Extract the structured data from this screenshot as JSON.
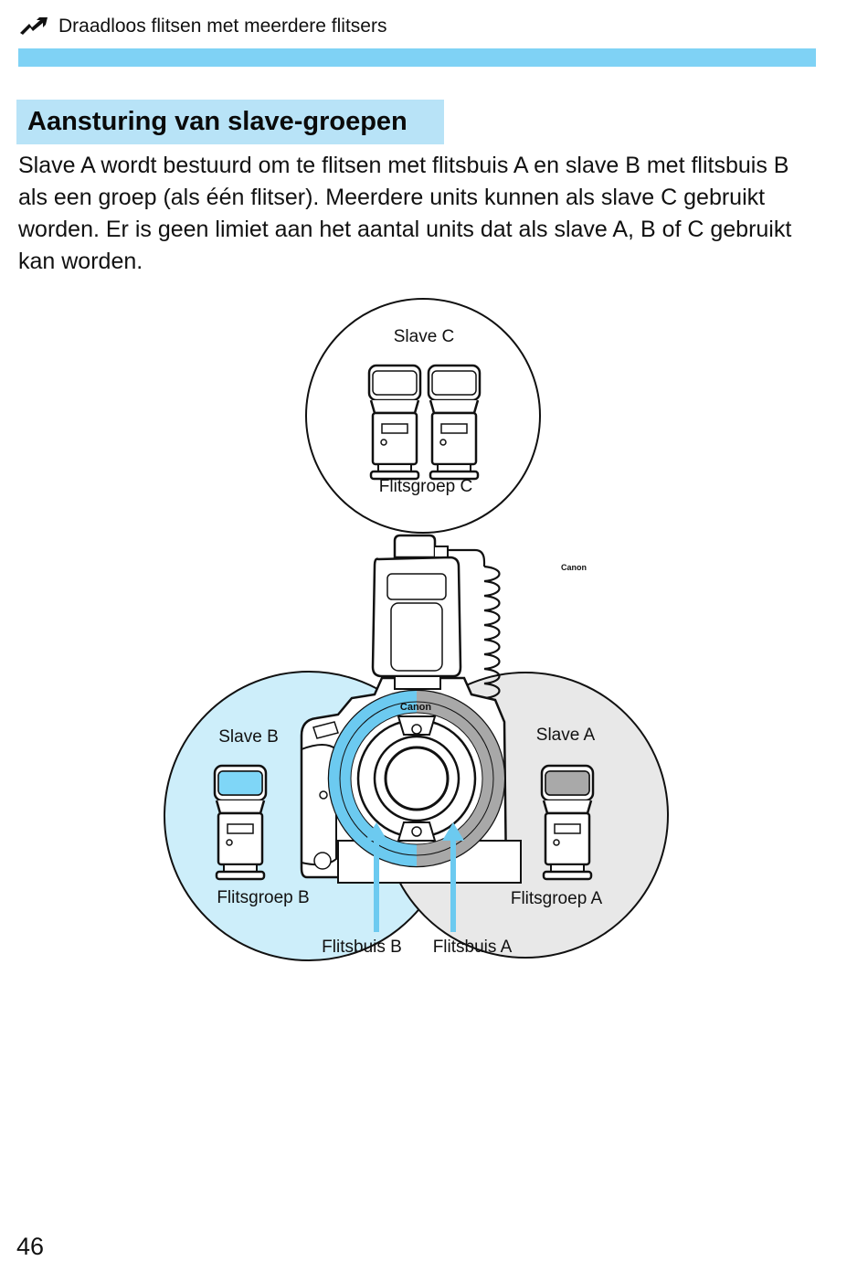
{
  "header": {
    "icon": "wireless-flash-icon",
    "title": "Draadloos flitsen met meerdere flitsers"
  },
  "section": {
    "title": "Aansturing van slave-groepen",
    "body": "Slave A wordt bestuurd om te flitsen met flitsbuis A en slave B met flitsbuis B als een groep (als één flitser). Meerdere units kunnen als slave C gebruikt worden. Er is geen limiet aan het aantal units dat als slave A, B of C gebruikt kan worden."
  },
  "diagram": {
    "slave_c": "Slave C",
    "group_c": "Flitsgroep C",
    "slave_b": "Slave B",
    "group_b": "Flitsgroep B",
    "slave_a": "Slave A",
    "group_a": "Flitsgroep A",
    "tube_b": "Flitsbuis B",
    "tube_a": "Flitsbuis A",
    "brand_flash": "Canon",
    "brand_camera": "Canon",
    "colors": {
      "group_b_fill": "#cdeefa",
      "group_a_fill": "#e8e8e8",
      "tube_b": "#6ccaf0",
      "tube_a": "#a8a8a8",
      "header_bar": "#7fd2f5",
      "title_bg": "#b8e3f7"
    }
  },
  "page_number": "46"
}
